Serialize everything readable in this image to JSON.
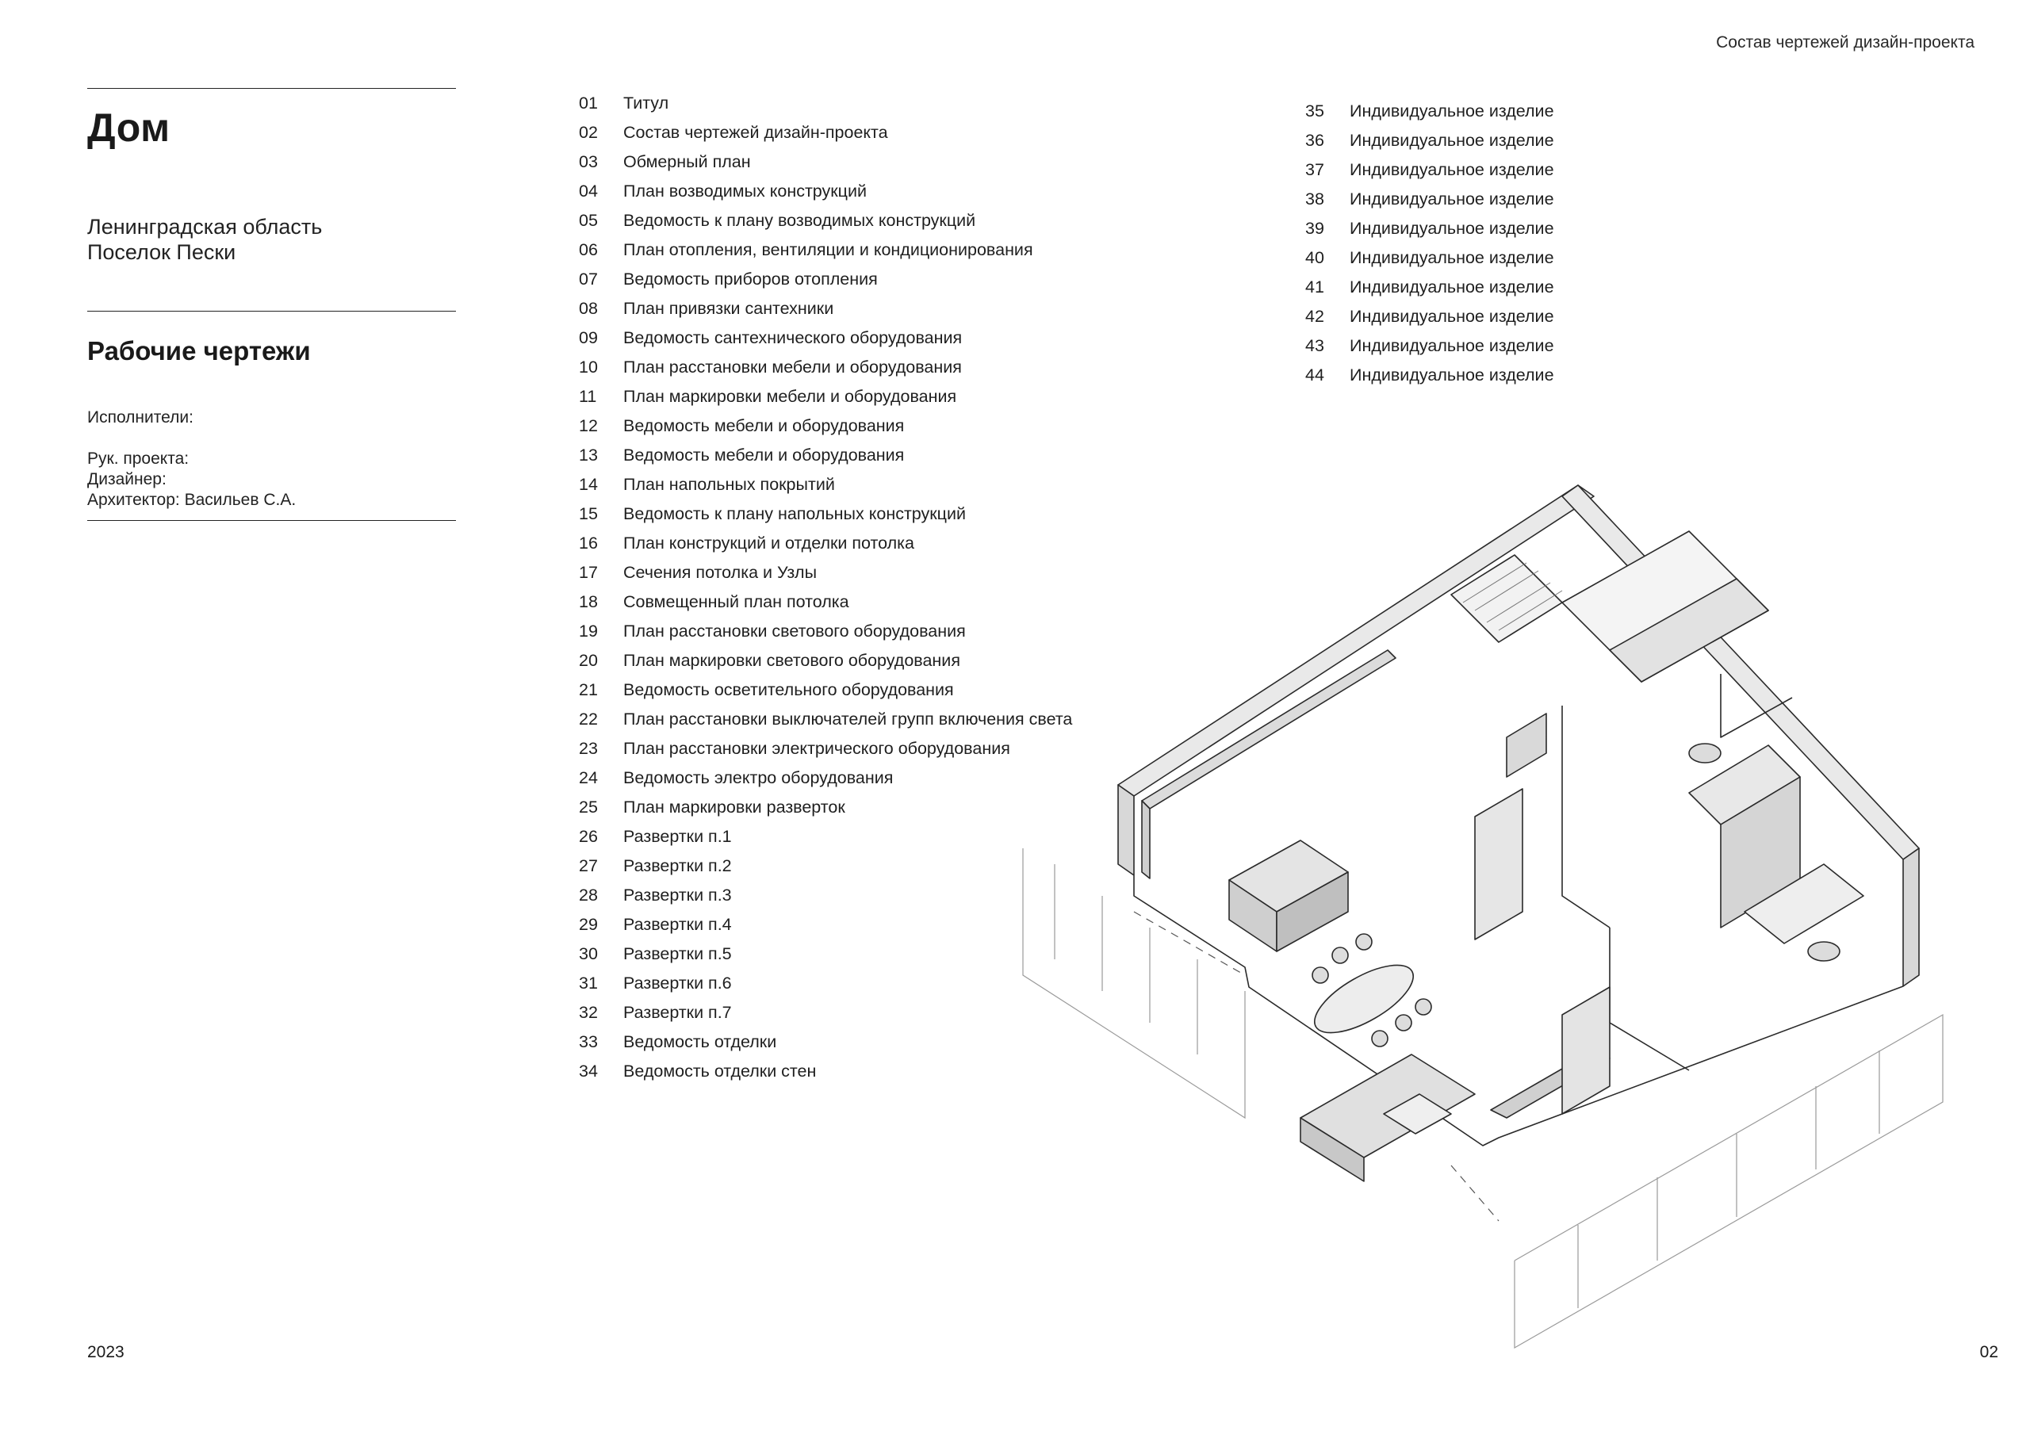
{
  "header": {
    "section_title": "Состав чертежей дизайн-проекта"
  },
  "project": {
    "title": "Дом",
    "address_line1": "Ленинградская область",
    "address_line2": "Поселок Пески",
    "stage": "Рабочие чертежи"
  },
  "team": {
    "heading": "Исполнители:",
    "lead": "Рук. проекта:",
    "designer": "Дизайнер:",
    "architect": "Архитектор: Васильев С.А."
  },
  "sheets_col1": [
    {
      "num": "01",
      "name": "Титул"
    },
    {
      "num": "02",
      "name": "Состав чертежей дизайн-проекта"
    },
    {
      "num": "03",
      "name": "Обмерный план"
    },
    {
      "num": "04",
      "name": "План возводимых конструкций"
    },
    {
      "num": "05",
      "name": "Ведомость к плану возводимых конструкций"
    },
    {
      "num": "06",
      "name": "План отопления, вентиляции и кондиционирования"
    },
    {
      "num": "07",
      "name": "Ведомость приборов отопления"
    },
    {
      "num": "08",
      "name": "План привязки сантехники"
    },
    {
      "num": "09",
      "name": "Ведомость сантехнического оборудования"
    },
    {
      "num": "10",
      "name": "План расстановки мебели и оборудования"
    },
    {
      "num": "11",
      "name": "План маркировки мебели и оборудования"
    },
    {
      "num": "12",
      "name": "Ведомость мебели и оборудования"
    },
    {
      "num": "13",
      "name": "Ведомость мебели и оборудования"
    },
    {
      "num": "14",
      "name": "План напольных покрытий"
    },
    {
      "num": "15",
      "name": "Ведомость к плану напольных конструкций"
    },
    {
      "num": "16",
      "name": "План конструкций и отделки потолка"
    },
    {
      "num": "17",
      "name": "Сечения потолка и Узлы"
    },
    {
      "num": "18",
      "name": "Совмещенный план потолка"
    },
    {
      "num": "19",
      "name": "План расстановки светового оборудования"
    },
    {
      "num": "20",
      "name": "План маркировки светового оборудования"
    },
    {
      "num": "21",
      "name": "Ведомость осветительного оборудования"
    },
    {
      "num": "22",
      "name": "План расстановки выключателей групп включения света"
    },
    {
      "num": "23",
      "name": "План расстановки электрического оборудования"
    },
    {
      "num": "24",
      "name": "Ведомость электро оборудования"
    },
    {
      "num": "25",
      "name": "План маркировки разверток"
    },
    {
      "num": "26",
      "name": "Развертки п.1"
    },
    {
      "num": "27",
      "name": "Развертки п.2"
    },
    {
      "num": "28",
      "name": "Развертки п.3"
    },
    {
      "num": "29",
      "name": "Развертки п.4"
    },
    {
      "num": "30",
      "name": "Развертки п.5"
    },
    {
      "num": "31",
      "name": "Развертки п.6"
    },
    {
      "num": "32",
      "name": "Развертки п.7"
    },
    {
      "num": "33",
      "name": "Ведомость отделки"
    },
    {
      "num": "34",
      "name": "Ведомость отделки стен"
    }
  ],
  "sheets_col2": [
    {
      "num": "35",
      "name": "Индивидуальное изделие"
    },
    {
      "num": "36",
      "name": "Индивидуальное изделие"
    },
    {
      "num": "37",
      "name": "Индивидуальное изделие"
    },
    {
      "num": "38",
      "name": "Индивидуальное изделие"
    },
    {
      "num": "39",
      "name": "Индивидуальное изделие"
    },
    {
      "num": "40",
      "name": "Индивидуальное изделие"
    },
    {
      "num": "41",
      "name": "Индивидуальное изделие"
    },
    {
      "num": "42",
      "name": "Индивидуальное изделие"
    },
    {
      "num": "43",
      "name": "Индивидуальное изделие"
    },
    {
      "num": "44",
      "name": "Индивидуальное изделие"
    }
  ],
  "footer": {
    "year": "2023",
    "page": "02"
  }
}
